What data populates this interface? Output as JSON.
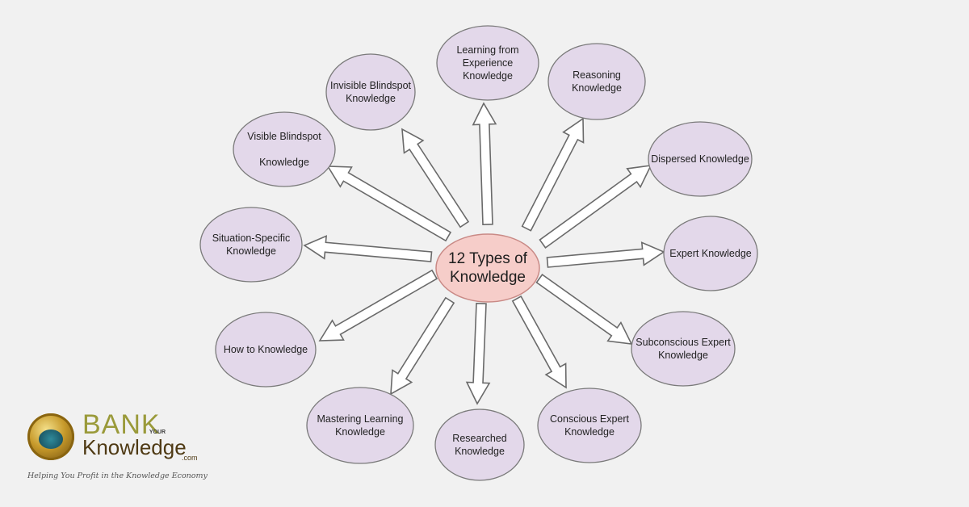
{
  "diagram": {
    "center": "12 Types of\nKnowledge",
    "nodes": [
      "Learning from\nExperience\nKnowledge",
      "Reasoning\nKnowledge",
      "Dispersed Knowledge",
      "Expert Knowledge",
      "Subconscious Expert\nKnowledge",
      "Conscious Expert\nKnowledge",
      "Researched\nKnowledge",
      "Mastering Learning\nKnowledge",
      "How to Knowledge",
      "Situation-Specific\nKnowledge",
      "Visible Blindspot\n\nKnowledge",
      "Invisible Blindspot\nKnowledge"
    ],
    "colors": {
      "node_fill": "#e3d8ea",
      "node_stroke": "#7a7a7a",
      "center_fill": "#f6cdc9",
      "center_stroke": "#c98a86",
      "arrow_fill": "#ffffff",
      "arrow_stroke": "#6a6a6a"
    }
  },
  "logo": {
    "bank": "BANK",
    "your": "YOUR",
    "knowledge": "Knowledge",
    "com": ".com",
    "tagline": "Helping You Profit in the Knowledge Economy"
  }
}
